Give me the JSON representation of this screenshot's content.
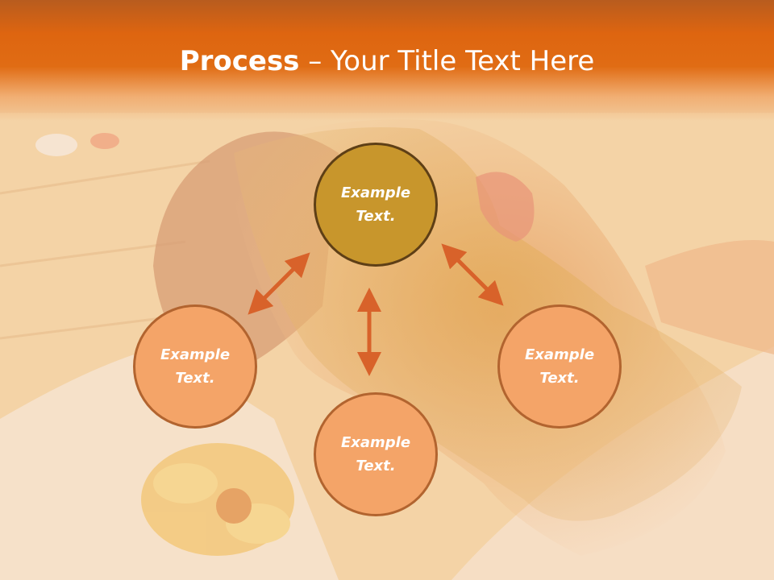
{
  "slide": {
    "title_bold": "Process",
    "title_rest": " – Your Title Text Here"
  },
  "diagram": {
    "nodes": [
      {
        "id": "top",
        "label": "Example\nText."
      },
      {
        "id": "left",
        "label": "Example\nText."
      },
      {
        "id": "right",
        "label": "Example\nText."
      },
      {
        "id": "bottom",
        "label": "Example\nText."
      }
    ]
  },
  "colors": {
    "header": "#e06c14",
    "top_node": "#c8962c",
    "peach_node": "#f4a468",
    "arrow": "#d8622a"
  }
}
